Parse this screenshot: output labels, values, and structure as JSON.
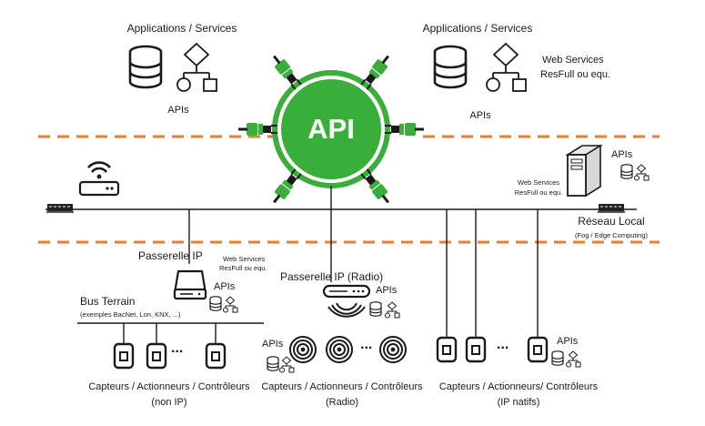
{
  "top_left": {
    "title": "Applications / Services",
    "apis": "APIs"
  },
  "top_right": {
    "title": "Applications / Services",
    "web_services_1": "Web Services",
    "web_services_2": "ResFull ou equ.",
    "apis": "APIs"
  },
  "hub": {
    "label": "API",
    "color": "#3aae3a"
  },
  "local_server": {
    "apis": "APIs",
    "web_services_1": "Web Services",
    "web_services_2": "ResFull ou equ."
  },
  "local_network": {
    "label": "Réseau Local",
    "sub": "(Fog / Edge Computing)"
  },
  "gateway_ip": {
    "label": "Passerelle IP",
    "web_services_1": "Web Services",
    "web_services_2": "ResFull ou equ.",
    "apis": "APIs"
  },
  "gateway_radio": {
    "label": "Passerelle IP (Radio)",
    "apis": "APIs"
  },
  "bus": {
    "label": "Bus Terrain",
    "examples": "(exemples BacNet, Lon, KNX, ...)"
  },
  "groups": [
    {
      "apis": "",
      "line1": "Capteurs / Actionneurs / Contrôleurs",
      "line2": "(non IP)"
    },
    {
      "apis": "APIs",
      "line1": "Capteurs / Actionneurs / Contrôleurs",
      "line2": "(Radio)"
    },
    {
      "apis": "APIs",
      "line1": "Capteurs / Actionneurs/ Contrôleurs",
      "line2": "(IP natifs)"
    }
  ],
  "ellipsis": "...",
  "colors": {
    "dash": "#f07e26",
    "green": "#3aae3a",
    "dark": "#1a1a1a"
  }
}
